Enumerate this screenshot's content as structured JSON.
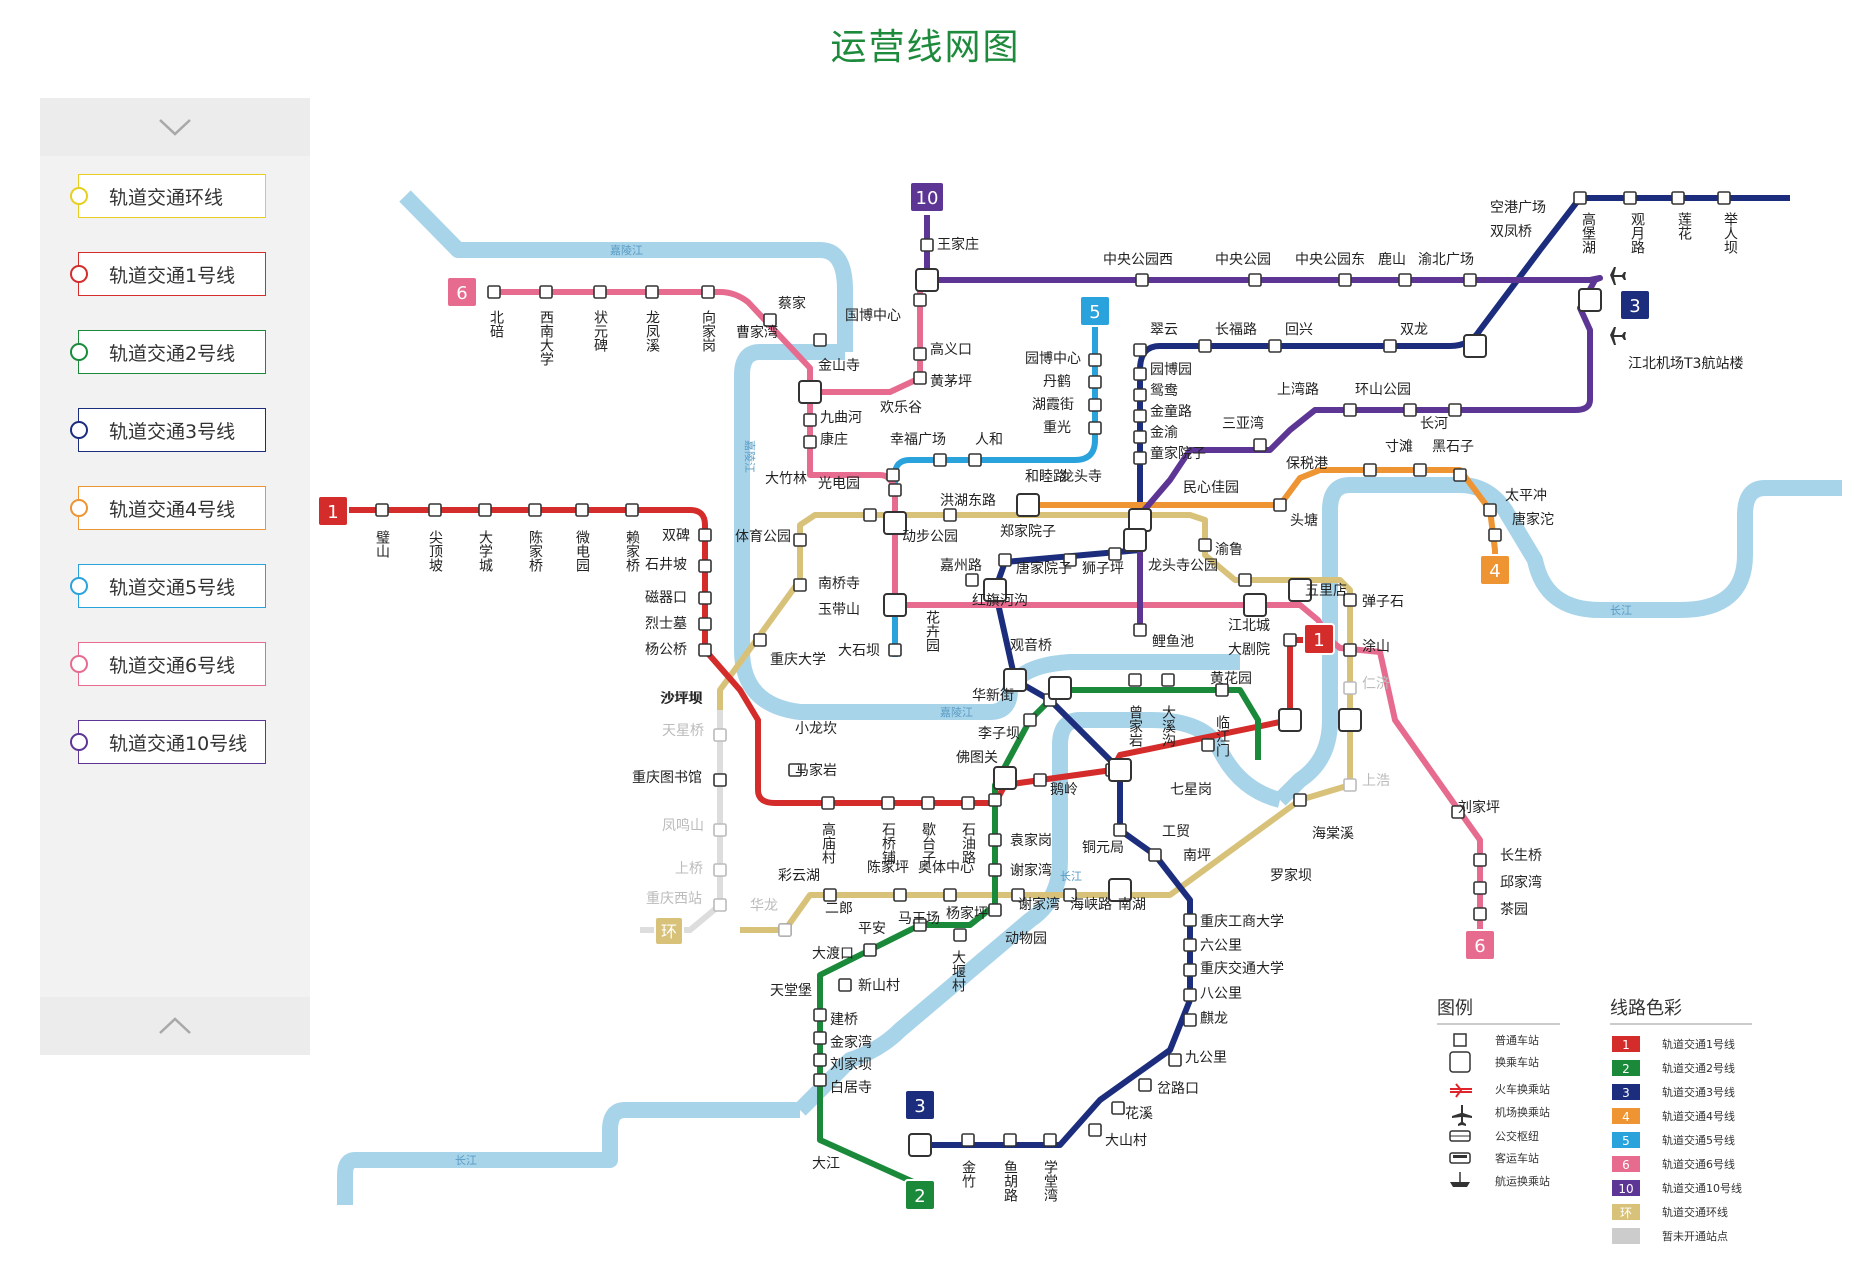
{
  "title": "运营线网图",
  "sidebar": {
    "items": [
      {
        "label": "轨道交通环线",
        "color": "#e6cf1e"
      },
      {
        "label": "轨道交通1号线",
        "color": "#d42b2b"
      },
      {
        "label": "轨道交通2号线",
        "color": "#1a8a3a"
      },
      {
        "label": "轨道交通3号线",
        "color": "#1b2d7c"
      },
      {
        "label": "轨道交通4号线",
        "color": "#ee9432"
      },
      {
        "label": "轨道交通5号线",
        "color": "#2aa2dc"
      },
      {
        "label": "轨道交通6号线",
        "color": "#e66b8f"
      },
      {
        "label": "轨道交通10号线",
        "color": "#5d3695"
      }
    ]
  },
  "map": {
    "badges": [
      "1",
      "1",
      "2",
      "3",
      "3",
      "4",
      "5",
      "6",
      "6",
      "10",
      "环"
    ],
    "rivers": [
      "嘉陵江",
      "长江",
      "长江",
      "嘉陵江",
      "长江",
      "嘉陵江"
    ],
    "labels": {
      "line1_h": [
        "双碑",
        "石井坡",
        "磁器口",
        "烈士墓",
        "杨公桥",
        "沙坪坝",
        "小龙坎",
        "马家岩",
        "鹅岭",
        "七星岗"
      ],
      "line1_v": [
        "璧山",
        "尖顶坡",
        "大学城",
        "陈家桥",
        "微电园",
        "赖家桥",
        "高庙村",
        "石桥铺",
        "歇台子",
        "石油路"
      ],
      "line2_h": [
        "大江",
        "白居寺",
        "刘家坝",
        "金家湾",
        "建桥",
        "天堂堡",
        "新山村",
        "大渡口",
        "平安",
        "马王场",
        "动物园",
        "杨家坪",
        "谢家湾",
        "袁家岗",
        "李子坝",
        "佛图关",
        "黄花园"
      ],
      "line2_v": [
        "金竹",
        "鱼胡路",
        "学堂湾",
        "大堰村",
        "曾家岩",
        "大溪沟",
        "临江门"
      ],
      "line3_h": [
        "大山村",
        "花溪",
        "岔路口",
        "九公里",
        "麒龙",
        "八公里",
        "重庆交通大学",
        "六公里",
        "重庆工商大学",
        "南坪",
        "工贸",
        "铜元局",
        "观音桥",
        "红旗河沟",
        "华新街",
        "嘉州路",
        "唐家院子",
        "狮子坪",
        "郑家院子",
        "民心佳园",
        "童家院子",
        "金渝",
        "金童路",
        "鸳鸯",
        "园博园",
        "翠云",
        "长福路",
        "回兴",
        "双龙",
        "空港广场",
        "双凤桥",
        "江北机场T3航站楼"
      ],
      "line3_v": [
        "高堡湖",
        "观月路",
        "莲花",
        "举人坝"
      ],
      "line4_h": [
        "头塘",
        "保税港",
        "寸滩",
        "黑石子",
        "太平冲",
        "唐家沱",
        "和睦路"
      ],
      "line5_h": [
        "园博中心",
        "丹鹤",
        "湖霞街",
        "重光",
        "人和",
        "幸福广场",
        "大石坝",
        "大竹林",
        "龙头寺",
        "光电园"
      ],
      "line6_h": [
        "曹家湾",
        "蔡家",
        "金山寺",
        "高义口",
        "黄茅坪",
        "欢乐谷",
        "九曲河",
        "康庄",
        "五里店",
        "江北城",
        "大剧院",
        "刘家坪",
        "长生桥",
        "邱家湾",
        "茶园",
        "国博中心"
      ],
      "line6_v": [
        "北碚",
        "西南大学",
        "状元碑",
        "龙凤溪",
        "向家岗",
        "花卉园"
      ],
      "line10": [
        "王家庄",
        "中央公园西",
        "中央公园",
        "中央公园东",
        "鹿山",
        "渝北广场",
        "上湾路",
        "环山公园",
        "长河",
        "三亚湾",
        "龙头寺公园",
        "鲤鱼池"
      ],
      "loop": [
        "体育公园",
        "动步公园",
        "洪湖东路",
        "南桥寺",
        "玉带山",
        "重庆大学",
        "渝鲁",
        "弹子石",
        "涂山",
        "海棠溪",
        "罗家坝",
        "二郎",
        "彩云湖",
        "奥体中心",
        "陈家坪",
        "谢家湾",
        "海峡路",
        "南湖",
        "重庆图书馆",
        "天星桥",
        "凤鸣山",
        "上桥",
        "重庆西站",
        "华龙",
        "仁济",
        "上浩",
        "沙坪坝"
      ]
    }
  },
  "legend": {
    "title1": "图例",
    "items1": [
      "普通车站",
      "换乘车站",
      "火车换乘站",
      "机场换乘站",
      "公交枢纽",
      "客运车站",
      "航运换乘站"
    ],
    "title2": "线路色彩",
    "items2": [
      {
        "badge": "1",
        "label": "轨道交通1号线",
        "color": "#d42b2b"
      },
      {
        "badge": "2",
        "label": "轨道交通2号线",
        "color": "#1a8a3a"
      },
      {
        "badge": "3",
        "label": "轨道交通3号线",
        "color": "#1b2d7c"
      },
      {
        "badge": "4",
        "label": "轨道交通4号线",
        "color": "#ee9432"
      },
      {
        "badge": "5",
        "label": "轨道交通5号线",
        "color": "#2aa2dc"
      },
      {
        "badge": "6",
        "label": "轨道交通6号线",
        "color": "#e66b8f"
      },
      {
        "badge": "10",
        "label": "轨道交通10号线",
        "color": "#5d3695"
      },
      {
        "badge": "环",
        "label": "轨道交通环线",
        "color": "#d8c27a"
      },
      {
        "badge": "",
        "label": "暂未开通站点",
        "color": "#cccccc"
      }
    ]
  },
  "colors": {
    "line1": "#d42b2b",
    "line2": "#1a8a3a",
    "line3": "#1b2d7c",
    "line4": "#ee9432",
    "line5": "#2aa2dc",
    "line6": "#e66b8f",
    "line10": "#5d3695",
    "loop": "#d8c27a",
    "river": "#a8d4ea",
    "unopened": "#dddddd",
    "title": "#1e8a3c"
  }
}
